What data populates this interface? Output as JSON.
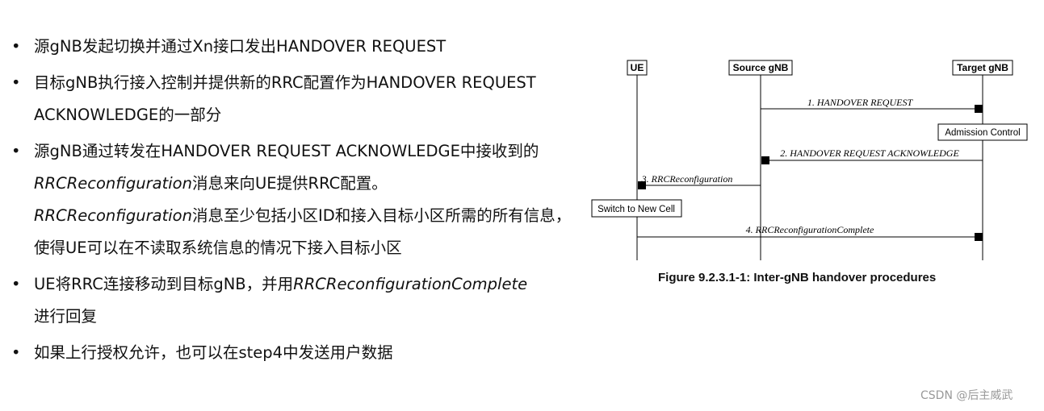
{
  "bullets": [
    {
      "parts": [
        "源gNB发起切换并通过Xn接口发出HANDOVER REQUEST"
      ]
    },
    {
      "parts": [
        "目标gNB执行接入控制并提供新的RRC配置作为HANDOVER REQUEST ACKNOWLEDGE的一部分"
      ]
    },
    {
      "parts": [
        "源gNB通过转发在HANDOVER REQUEST ACKNOWLEDGE中接收到的",
        "RRCReconfiguration",
        "消息来向UE提供RRC配置。",
        "RRCReconfiguration",
        "消息至少包括小区ID和接入目标小区所需的所有信息，使得UE可以在不读取系统信息的情况下接入目标小区"
      ]
    },
    {
      "parts": [
        "UE将RRC连接移动到目标gNB，并用",
        "RRCReconfigurationComplete",
        "进行回复"
      ]
    },
    {
      "parts": [
        "如果上行授权允许，也可以在step4中发送用户数据"
      ]
    }
  ],
  "bullet_symbol": "•",
  "diagram": {
    "nodes": [
      "UE",
      "Source gNB",
      "Target gNB"
    ],
    "messages": [
      "1. HANDOVER REQUEST",
      "2. HANDOVER REQUEST ACKNOWLEDGE",
      "3. RRCReconfiguration",
      "4. RRCReconfigurationComplete"
    ],
    "admission_box": "Admission Control",
    "switch_box": "Switch to New Cell",
    "caption": "Figure 9.2.3.1-1: Inter-gNB handover procedures"
  },
  "watermark": "CSDN @后主威武"
}
